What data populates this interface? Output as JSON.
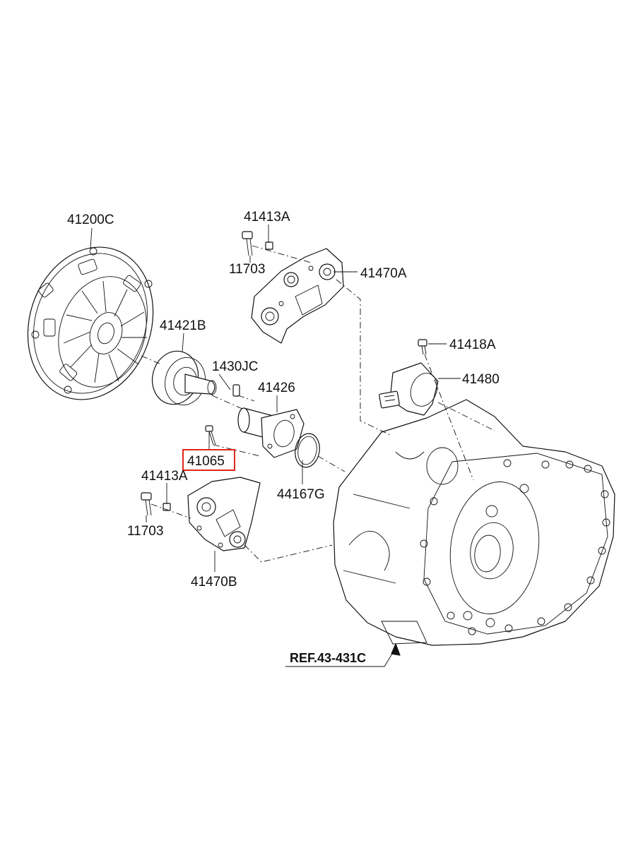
{
  "labels": {
    "clutch_cover": "41200C",
    "release_bearing": "41421B",
    "pin": "1430JC",
    "release_cylinder": "41426",
    "bolt_highlighted": "41065",
    "snap_ring": "44167G",
    "nut_upper": "41413A",
    "bolt_upper": "11703",
    "actuator_upper": "41470A",
    "bolt_sensor": "41418A",
    "sensor": "41480",
    "nut_lower": "41413A",
    "bolt_lower": "11703",
    "actuator_lower": "41470B",
    "reference": "REF.43-431C"
  },
  "highlight_color": "#e0261b"
}
